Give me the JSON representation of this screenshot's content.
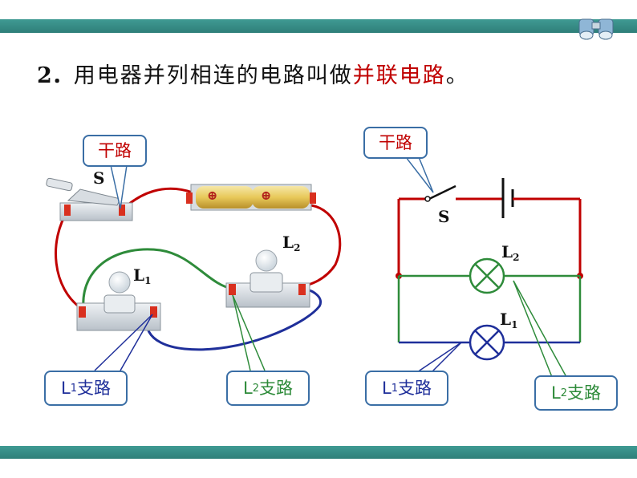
{
  "heading": {
    "number": "2．",
    "text": "用电器并列相连的电路叫做",
    "term": "并联电路",
    "end": "。"
  },
  "labels": {
    "main_circuit": "干路",
    "switch": "S",
    "lamp1": "L",
    "lamp1_sub": "1",
    "lamp2": "L",
    "lamp2_sub": "2",
    "branch_suffix": "支路"
  },
  "battery": {
    "terminal": "⊕"
  },
  "colors": {
    "band": "#3f9a93",
    "main_wire": "#c00000",
    "l1_wire": "#1f2f9a",
    "l2_wire": "#2e8b3a",
    "callout_border": "#3a6ea5",
    "term": "#c00000"
  }
}
